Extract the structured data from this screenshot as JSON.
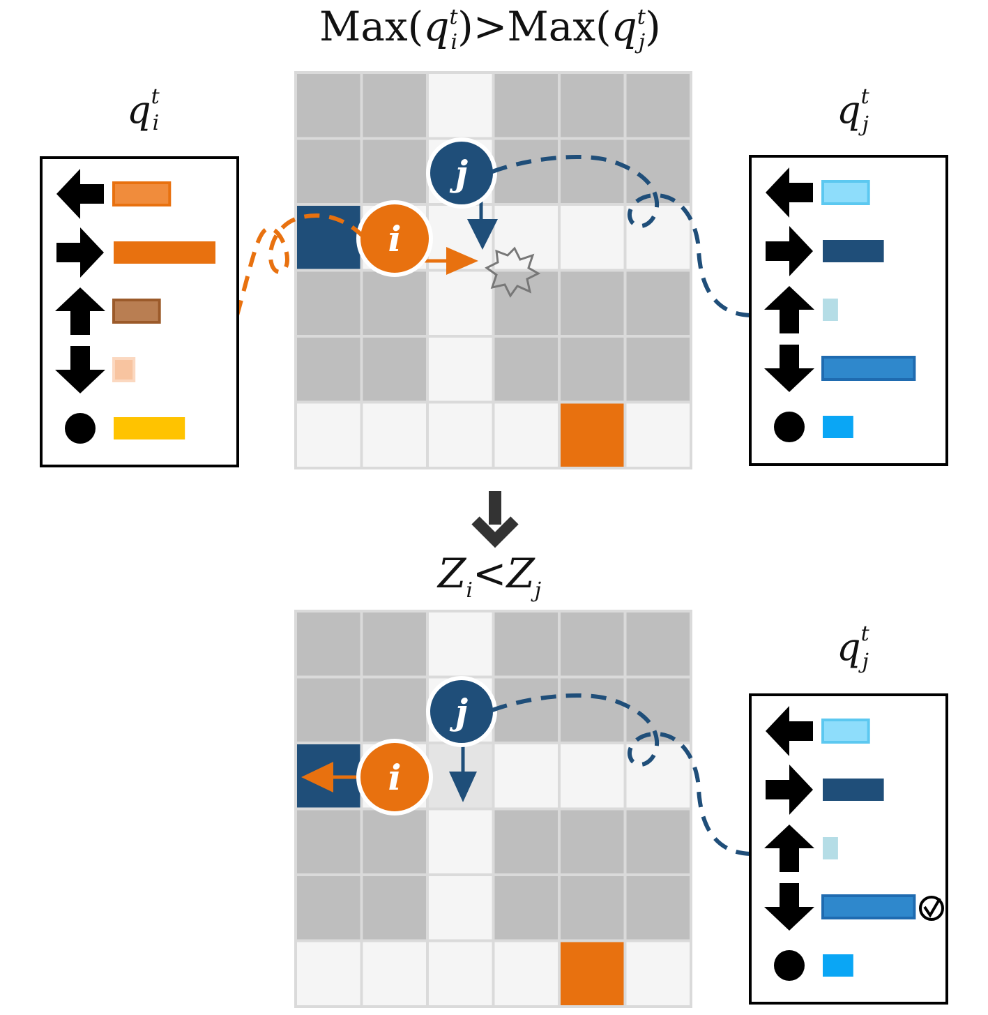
{
  "top_condition": {
    "lhs": "Max(",
    "lhs_var": "q",
    "lhs_sup": "t",
    "lhs_sub": "i",
    "op": ")>Max(",
    "rhs_var": "q",
    "rhs_sup": "t",
    "rhs_sub": "j",
    "close": ")"
  },
  "bottom_condition": {
    "a": "Z",
    "a_sub": "i",
    "op": "<",
    "b": "Z",
    "b_sub": "j"
  },
  "panel_labels": {
    "qi": {
      "var": "q",
      "sup": "t",
      "sub": "i"
    },
    "qj": {
      "var": "q",
      "sup": "t",
      "sub": "j"
    },
    "qj_bottom": {
      "var": "q",
      "sup": "t",
      "sub": "j"
    }
  },
  "agents": {
    "i": "i",
    "j": "j"
  },
  "grid": {
    "rows": 6,
    "cols": 6,
    "cell_types": [
      [
        "wall",
        "wall",
        "free",
        "wall",
        "wall",
        "wall"
      ],
      [
        "wall",
        "wall",
        "free",
        "wall",
        "wall",
        "wall"
      ],
      [
        "goal-j",
        "free",
        "free",
        "free",
        "free",
        "free"
      ],
      [
        "wall",
        "wall",
        "free",
        "wall",
        "wall",
        "wall"
      ],
      [
        "wall",
        "wall",
        "free",
        "wall",
        "wall",
        "wall"
      ],
      [
        "free",
        "free",
        "free",
        "free",
        "goal-i",
        "free"
      ]
    ]
  },
  "q_values": {
    "agent_i": [
      {
        "action": "left",
        "value": 0.55
      },
      {
        "action": "right",
        "value": 1.0
      },
      {
        "action": "up",
        "value": 0.45
      },
      {
        "action": "down",
        "value": 0.2
      },
      {
        "action": "stay",
        "value": 0.7
      }
    ],
    "agent_j": [
      {
        "action": "left",
        "value": 0.45
      },
      {
        "action": "right",
        "value": 0.6
      },
      {
        "action": "up",
        "value": 0.15
      },
      {
        "action": "down",
        "value": 0.9
      },
      {
        "action": "stay",
        "value": 0.3
      }
    ]
  },
  "colors": {
    "orange": "#E8710F",
    "navy": "#1F4E79",
    "wall": "#BEBEBE",
    "free": "#F5F5F5",
    "grid_line": "#DADADA",
    "light_orange": "#F08C3C",
    "brown": "#B97E52",
    "peach": "#F8C4A0",
    "yellow": "#FFC300",
    "light_blue": "#8EDDFB",
    "pale_blue": "#B5DDE6",
    "mid_blue": "#2F88CC",
    "cyan": "#0AA6F5"
  },
  "icons": [
    "arrow-left-icon",
    "arrow-right-icon",
    "arrow-up-icon",
    "arrow-down-icon",
    "stay-dot-icon",
    "collision-star-icon",
    "check-circle-icon",
    "down-arrow-icon"
  ]
}
